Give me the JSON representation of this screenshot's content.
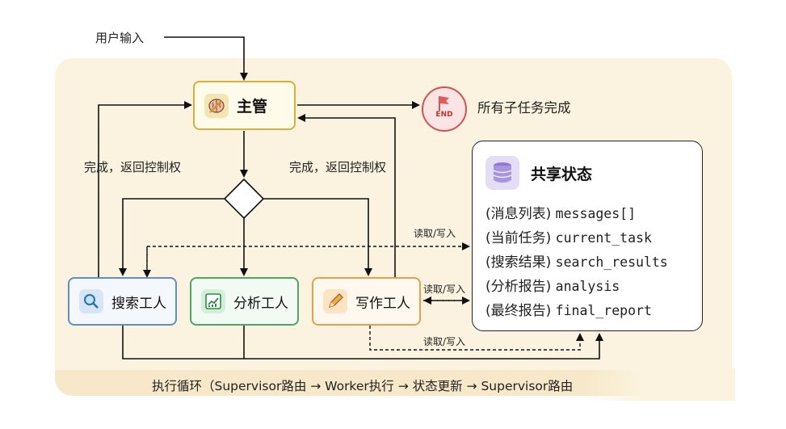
{
  "user_input": "用户输入",
  "supervisor": {
    "label": "主管",
    "icon": "brain-icon"
  },
  "end": {
    "badge": "END",
    "label": "所有子任务完成",
    "icon": "flag-icon"
  },
  "return_control_left": "完成，返回控制权",
  "return_control_right": "完成，返回控制权",
  "workers": [
    {
      "label": "搜索工人",
      "icon": "search-icon",
      "color": "#5f8fc6"
    },
    {
      "label": "分析工人",
      "icon": "chart-icon",
      "color": "#4da567"
    },
    {
      "label": "写作工人",
      "icon": "pencil-icon",
      "color": "#e0a24a"
    }
  ],
  "read_write": [
    "读取/写入",
    "读取/写入",
    "读取/写入"
  ],
  "shared_state": {
    "title": "共享状态",
    "icon": "database-icon",
    "fields": [
      {
        "key": "(消息列表)",
        "value": "messages[]"
      },
      {
        "key": "(当前任务)",
        "value": "current_task"
      },
      {
        "key": "(搜索结果)",
        "value": "search_results"
      },
      {
        "key": "(分析报告)",
        "value": "analysis"
      },
      {
        "key": "(最终报告)",
        "value": "final_report"
      }
    ]
  },
  "footer": "执行循环（Supervisor路由 → Worker执行 → 状态更新 → Supervisor路由"
}
